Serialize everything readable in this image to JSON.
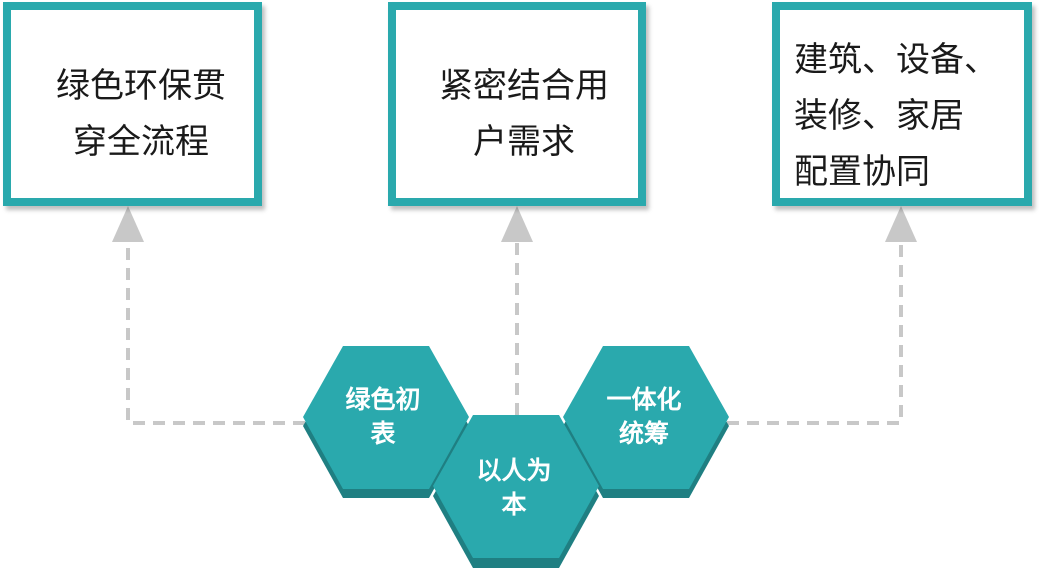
{
  "top_boxes": [
    {
      "text": "绿色环保贯\n穿全流程"
    },
    {
      "text": "紧密结合用\n户需求"
    },
    {
      "text": "建筑、设备、\n装修、家居\n配置协同"
    }
  ],
  "hexagons": [
    {
      "text": "绿色初\n表"
    },
    {
      "text": "以人为\n本"
    },
    {
      "text": "一体化\n统筹"
    }
  ],
  "colors": {
    "accent": "#2aa9ad",
    "hex_shadow": "#1f7f82",
    "connector": "#c8c8c8"
  }
}
